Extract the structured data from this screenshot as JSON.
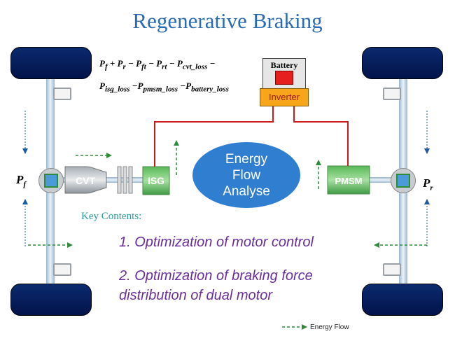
{
  "title": "Regenerative Braking",
  "formula": {
    "line1": "P_f + P_r − P_ft − P_rt − P_cvt_loss −",
    "line2": "P_isg_loss − P_pmsm_loss − P_battery_loss"
  },
  "components": {
    "battery": "Battery",
    "inverter": "Inverter",
    "cvt": "CVT",
    "isg": "ISG",
    "pmsm": "PMSM",
    "energy_line1": "Energy",
    "energy_line2": "Flow",
    "energy_line3": "Analyse"
  },
  "forces": {
    "front": "P",
    "front_sub": "f",
    "rear": "P",
    "rear_sub": "r"
  },
  "key_contents": {
    "heading": "Key Contents:",
    "item1": "1. Optimization of motor control",
    "item2_line1": "2. Optimization of braking force",
    "item2_line2": "distribution of dual motor"
  },
  "legend": {
    "label": "Energy  Flow"
  },
  "colors": {
    "title": "#2a6cb4",
    "wire": "#cc1b1b",
    "flow_arrow": "#2e8b3c",
    "force_arrow": "#1a5aa0",
    "key_heading": "#2a9a9a",
    "contents": "#6a2e9a"
  }
}
